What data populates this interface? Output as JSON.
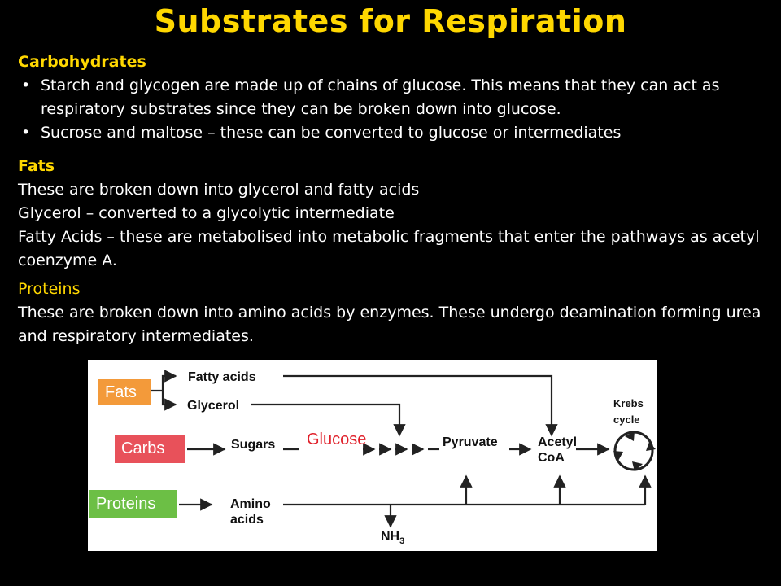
{
  "title": "Substrates for Respiration",
  "carbohydrates": {
    "heading": "Carbohydrates",
    "bullets": [
      "Starch and glycogen are made up of chains of glucose. This means that they can act as respiratory substrates since they can be broken down into glucose.",
      "Sucrose  and maltose – these can be converted to glucose or intermediates"
    ]
  },
  "fats": {
    "heading": "Fats",
    "lines": [
      "These are broken down into glycerol and fatty acids",
      "Glycerol – converted to a glycolytic intermediate",
      "Fatty Acids – these are metabolised into metabolic fragments that enter the pathways as acetyl coenzyme A."
    ]
  },
  "proteins": {
    "heading": "Proteins",
    "text": "These are broken down into amino acids by enzymes. These undergo deamination forming urea and respiratory intermediates."
  },
  "diagram": {
    "boxes": {
      "fats": "Fats",
      "carbs": "Carbs",
      "proteins": "Proteins"
    },
    "labels": {
      "fatty_acids": "Fatty acids",
      "glycerol": "Glycerol",
      "sugars": "Sugars",
      "glucose": "Glucose",
      "pyruvate": "Pyruvate",
      "acetyl_coa_1": "Acetyl",
      "acetyl_coa_2": "CoA",
      "krebs_1": "Krebs",
      "krebs_2": "cycle",
      "amino_1": "Amino",
      "amino_2": "acids",
      "nh3_main": "NH",
      "nh3_sub": "3"
    },
    "colors": {
      "fats": "#f39a3a",
      "carbs": "#e8515a",
      "proteins": "#6cbf45",
      "glucose": "#e0202a"
    }
  }
}
